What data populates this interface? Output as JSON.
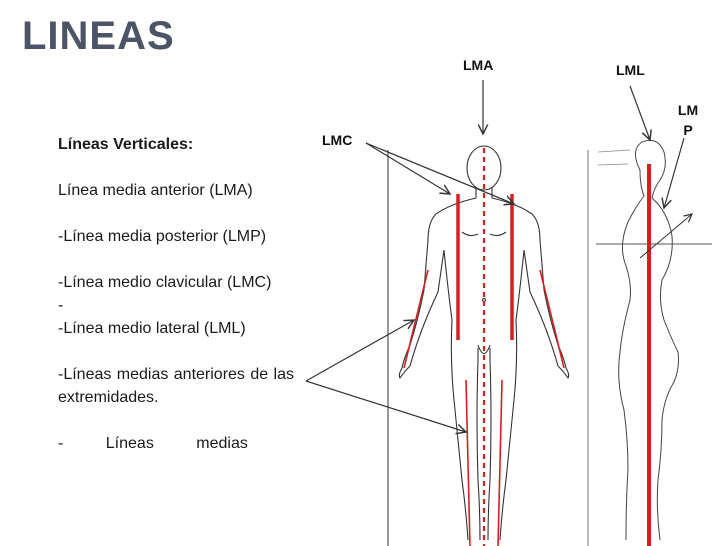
{
  "title": "LINEAS",
  "heading": "Líneas Verticales:",
  "items": [
    "Línea media anterior (LMA)",
    "-Línea media posterior (LMP)",
    "-Línea medio clavicular (LMC)",
    "-",
    "-Línea medio lateral (LML)",
    "-Líneas medias anteriores de las extremidades.",
    "- Líneas medias"
  ],
  "labels": {
    "lma": "LMA",
    "lml": "LML",
    "lmp": "LMP",
    "lmc": "LMC"
  },
  "colors": {
    "title": "#4b5567",
    "line_red": "#d42020",
    "outline": "#333333"
  }
}
